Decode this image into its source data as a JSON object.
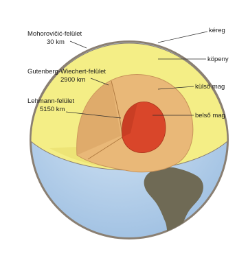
{
  "labels": {
    "crust": "kéreg",
    "mantle": "köpeny",
    "outer_core": "külső mag",
    "inner_core": "belső mag",
    "moho_name": "Mohorovičić-felület",
    "moho_depth": "30 km",
    "gutenberg_name": "Gutenberg-Wiechert-felület",
    "gutenberg_depth": "2900 km",
    "lehmann_name": "Lehmann-felület",
    "lehmann_depth": "5150 km"
  },
  "colors": {
    "crust": "#8a7f72",
    "mantle": "#f4ee86",
    "mantle_cut": "#e8dc6a",
    "outer_core": "#e9b878",
    "outer_core_dark": "#d9a262",
    "inner_core": "#d9462a",
    "inner_core_dark": "#c23a22",
    "ocean": "#b9d3ec",
    "land": "#6f6a55"
  }
}
